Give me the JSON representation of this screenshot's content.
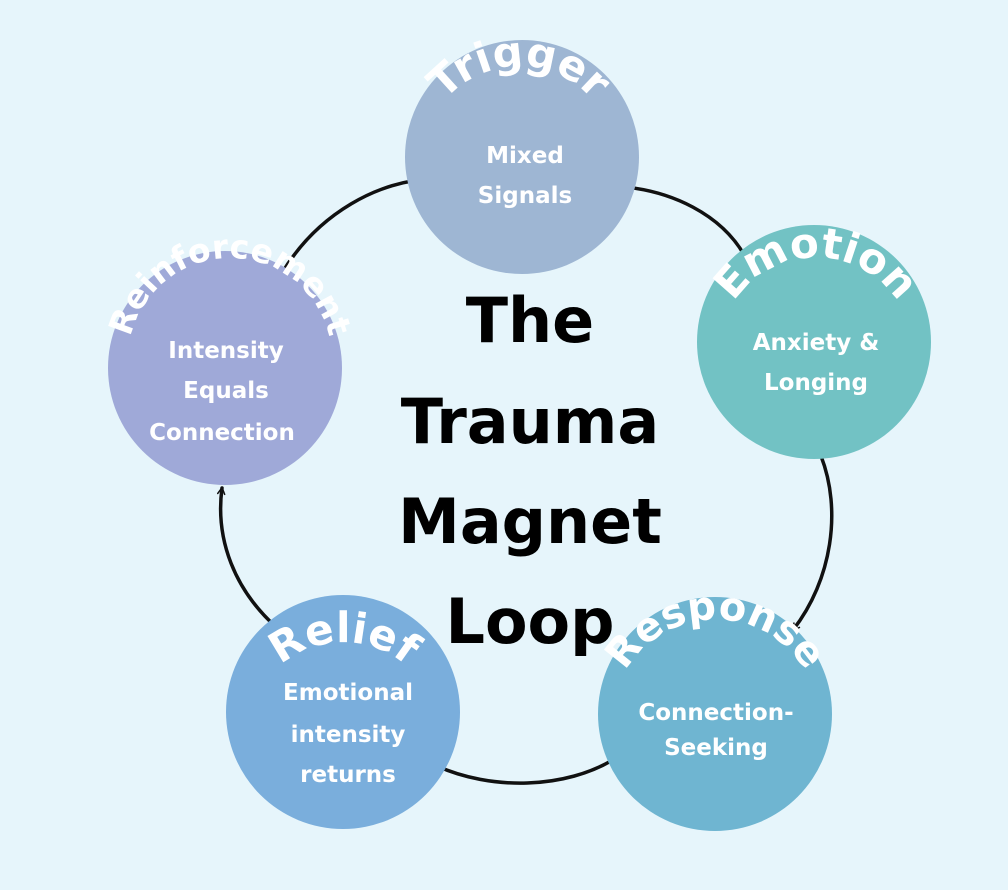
{
  "diagram": {
    "title_lines": [
      "The",
      "Trauma",
      "Magnet",
      "Loop"
    ],
    "nodes": [
      {
        "id": "trigger",
        "title": "Trigger",
        "body_lines": [
          "Mixed",
          "Signals"
        ],
        "color": "#9eb6d3"
      },
      {
        "id": "emotion",
        "title": "Emotion",
        "body_lines": [
          "Anxiety &",
          "Longing"
        ],
        "color": "#72c2c4"
      },
      {
        "id": "response",
        "title": "Response",
        "body_lines": [
          "Connection-",
          "Seeking"
        ],
        "color": "#6fb5d1"
      },
      {
        "id": "relief",
        "title": "Relief",
        "body_lines": [
          "Emotional",
          "intensity",
          "returns"
        ],
        "color": "#7aaedc"
      },
      {
        "id": "reinforcement",
        "title": "Reinforcement",
        "body_lines": [
          "Intensity",
          "Equals",
          "Connection"
        ],
        "color": "#9fa9d8"
      }
    ],
    "arrow_color": "#111111",
    "background_color": "#e6f5fb"
  }
}
